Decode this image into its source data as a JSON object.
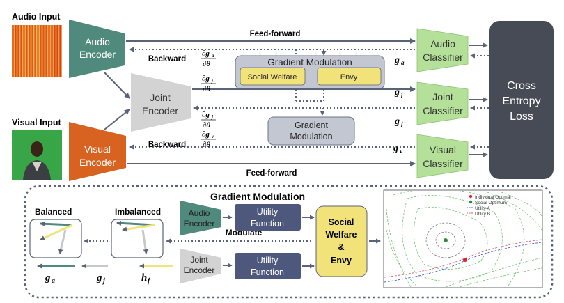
{
  "inputs": {
    "audio": "Audio Input",
    "visual": "Visual Input"
  },
  "encoders": {
    "audio": [
      "Audio",
      "Encoder"
    ],
    "joint": [
      "Joint",
      "Encoder"
    ],
    "visual": [
      "Visual",
      "Encoder"
    ]
  },
  "classifiers": {
    "audio": [
      "Audio",
      "Classifier"
    ],
    "joint": [
      "Joint",
      "Classifier"
    ],
    "visual": [
      "Visual",
      "Classifier"
    ]
  },
  "loss": [
    "Cross",
    "Entropy",
    "Loss"
  ],
  "flow": {
    "feed_forward_top": "Feed-forward",
    "feed_forward_bottom": "Feed-forward",
    "backward_top": "Backward",
    "backward_bottom": "Backward"
  },
  "grad_mod_top": {
    "title": "Gradient Modulation",
    "social_welfare": "Social Welfare",
    "envy": "Envy"
  },
  "grad_mod_mid": [
    "Gradient",
    "Modulation"
  ],
  "gradients": {
    "g_a": "g",
    "g_a_sub": "a",
    "g_j": "g",
    "g_j_sub": "j",
    "g_v": "g",
    "g_v_sub": "v"
  },
  "partials": {
    "num_a": "∂g",
    "num_a_sub": "a",
    "num_j1": "∂g",
    "num_j1_sub": "j",
    "num_j2": "∂g",
    "num_j2_sub": "j",
    "num_v": "∂g",
    "num_v_sub": "v",
    "den": "∂θ"
  },
  "bottom_panel": {
    "title": "Gradient Modulation",
    "balanced": "Balanced",
    "imbalanced": "Imbalanced",
    "modulate": "Modulate",
    "audio_encoder": [
      "Audio",
      "Encoder"
    ],
    "joint_encoder": [
      "Joint",
      "Encoder"
    ],
    "utility_1": [
      "Utility",
      "Function"
    ],
    "utility_2": [
      "Utility",
      "Function"
    ],
    "sw_envy": [
      "Social",
      "Welfare",
      "&",
      "Envy"
    ],
    "vec_ga": "g",
    "vec_ga_sub": "a",
    "vec_gj": "g",
    "vec_gj_sub": "j",
    "vec_hf": "h",
    "vec_hf_sub": "f"
  },
  "plot_legend": [
    "Individual Optimal",
    "Social Optimum",
    "Utility A",
    "Utility B"
  ],
  "colors": {
    "audio_green": "#4f8a7d",
    "joint_gray": "#d3d3d3",
    "visual_orange": "#d8621f",
    "classifier_green": "#b5e09a",
    "loss_gray": "#474b55",
    "module_gray": "#c3c7d2",
    "envy_yellow": "#f2e27a",
    "utility_navy": "#4d587c",
    "arrow": "#5a6377"
  }
}
